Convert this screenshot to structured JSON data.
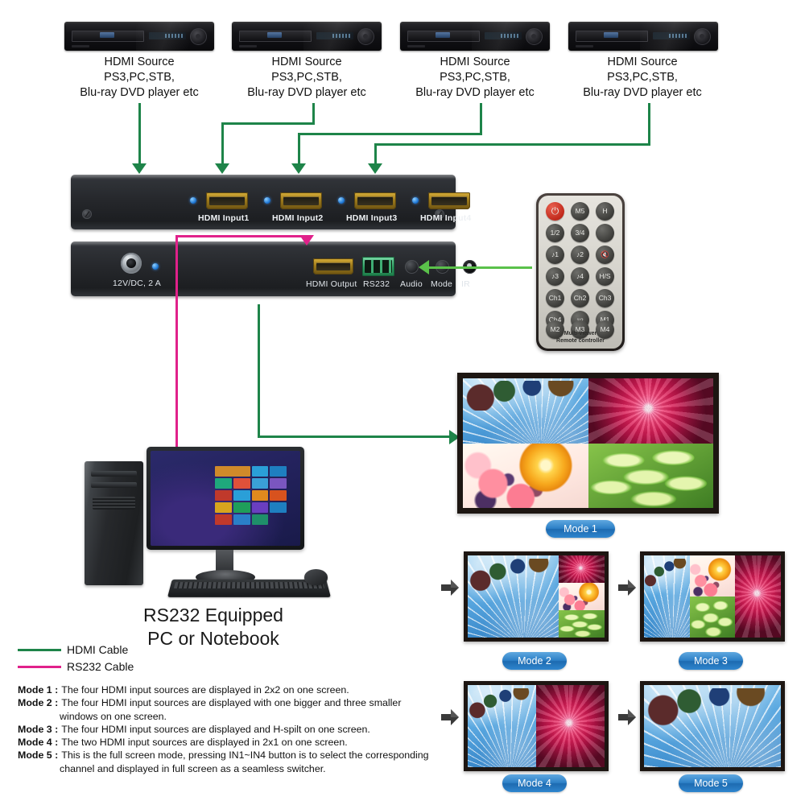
{
  "sources": [
    {
      "id": "src1",
      "label_line1": "HDMI Source",
      "label_line2": "PS3,PC,STB,",
      "label_line3": "Blu-ray DVD player etc"
    },
    {
      "id": "src2",
      "label_line1": "HDMI Source",
      "label_line2": "PS3,PC,STB,",
      "label_line3": "Blu-ray DVD player etc"
    },
    {
      "id": "src3",
      "label_line1": "HDMI Source",
      "label_line2": "PS3,PC,STB,",
      "label_line3": "Blu-ray DVD player etc"
    },
    {
      "id": "src4",
      "label_line1": "HDMI Source",
      "label_line2": "PS3,PC,STB,",
      "label_line3": "Blu-ray DVD player etc"
    }
  ],
  "device": {
    "front_ports": [
      "HDMI Input1",
      "HDMI Input2",
      "HDMI Input3",
      "HDMI Input4"
    ],
    "rear_power_label": "12V/DC, 2 A",
    "rear_ports": [
      "HDMI Output",
      "RS232",
      "Audio",
      "Mode",
      "IR"
    ]
  },
  "remote": {
    "buttons": [
      "⏻",
      "M5",
      "H",
      "1/2",
      "3/4",
      "",
      "♪1",
      "♪2",
      "🔇",
      "♪3",
      "♪4",
      "H/S",
      "Ch1",
      "Ch2",
      "Ch3",
      "Ch4",
      "QUAD",
      "M1",
      "M2",
      "M3",
      "M4"
    ],
    "caption_line1": "Multi-viewer",
    "caption_line2": "Remote controller",
    "quad_tl": "1",
    "quad_tr": "2",
    "quad_bl": "3",
    "quad_br": "4"
  },
  "pc": {
    "caption_line1": "RS232 Equipped",
    "caption_line2": "PC or Notebook"
  },
  "legend": {
    "hdmi_label": "HDMI Cable",
    "rs232_label": "RS232 Cable",
    "hdmi_color": "#1e8449",
    "rs232_color": "#e0218a"
  },
  "modes": [
    {
      "pill": "Mode 1"
    },
    {
      "pill": "Mode 2"
    },
    {
      "pill": "Mode 3"
    },
    {
      "pill": "Mode 4"
    },
    {
      "pill": "Mode 5"
    }
  ],
  "notes": [
    {
      "key": "Mode 1 :",
      "text": "The four HDMI input sources are displayed in 2x2 on one screen.",
      "cont": ""
    },
    {
      "key": "Mode 2 :",
      "text": "The four HDMI input sources are displayed with one bigger and three smaller",
      "cont": "windows on one screen."
    },
    {
      "key": "Mode 3 :",
      "text": "The four HDMI input sources are displayed and H-spilt on one screen.",
      "cont": ""
    },
    {
      "key": "Mode 4 :",
      "text": "The two HDMI input sources are displayed in 2x1 on one screen.",
      "cont": ""
    },
    {
      "key": "Mode 5 :",
      "text": "This is the full screen mode, pressing IN1~IN4 button is to select the corresponding",
      "cont": "channel and displayed in full screen as a seamless switcher."
    }
  ]
}
